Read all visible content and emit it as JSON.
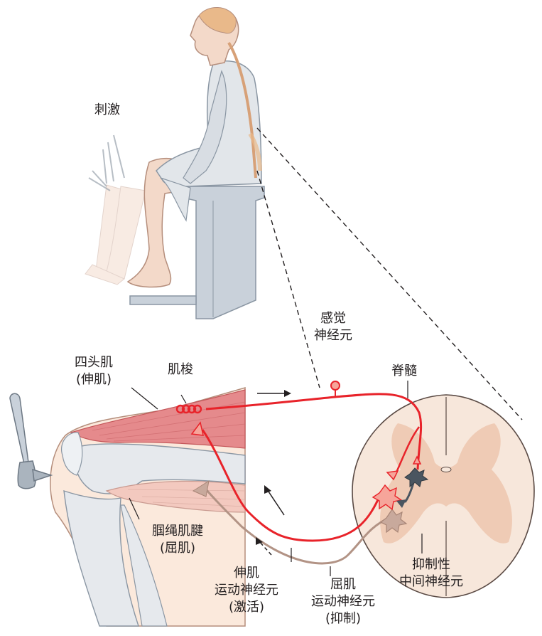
{
  "labels": {
    "stimulus": "刺激",
    "sensory_neuron": [
      "感觉",
      "神经元"
    ],
    "quadriceps": [
      "四头肌",
      "(伸肌)"
    ],
    "muscle_spindle": "肌梭",
    "spinal_cord": "脊髓",
    "hamstring": [
      "腘绳肌腱",
      "(屈肌)"
    ],
    "inhibitory_interneuron": [
      "抑制性",
      "中间神经元"
    ],
    "extensor_motor": [
      "伸肌",
      "运动神经元",
      "(激活)"
    ],
    "flexor_motor": [
      "屈肌",
      "运动神经元",
      "(抑制)"
    ]
  },
  "colors": {
    "neuron_red": "#e8232a",
    "neuron_tan": "#b29385",
    "interneuron": "#4a5560",
    "muscle": "#e58a8c",
    "spinal_white": "#f7e7db",
    "spinal_grey": "#efcbb5",
    "bone": "#e6e9ed",
    "chair": "#c9d1da"
  }
}
